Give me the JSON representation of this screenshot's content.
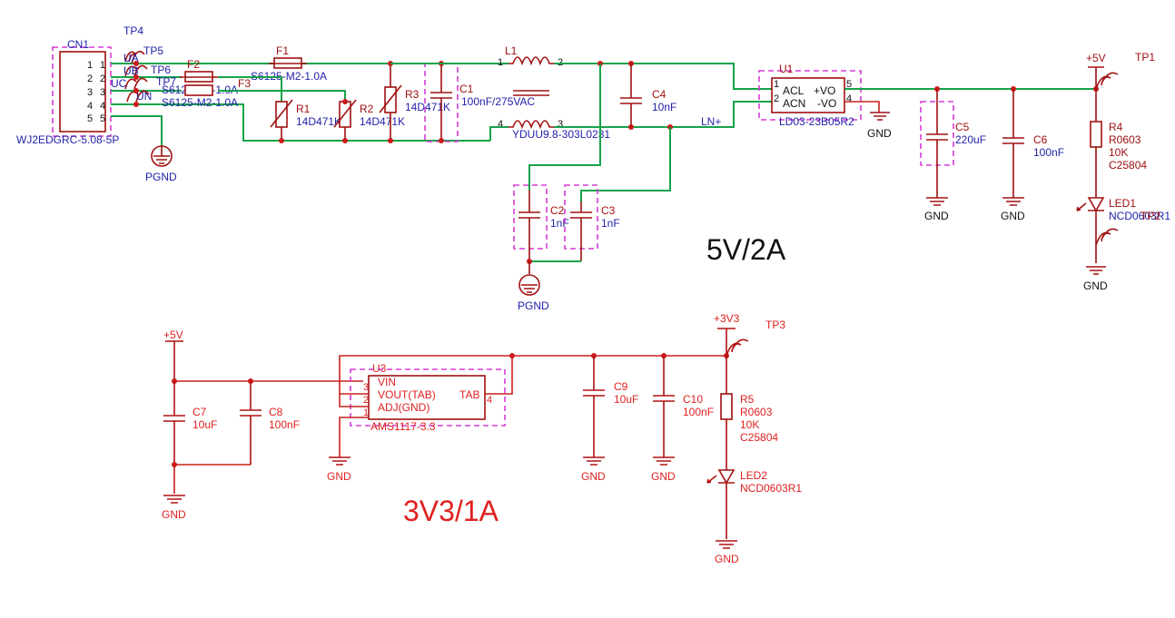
{
  "top": {
    "connector": {
      "ref": "CN1",
      "part": "WJ2EDGRC-5.08-5P",
      "pins": [
        "1",
        "2",
        "3",
        "4",
        "5"
      ]
    },
    "testpoints": [
      "TP4",
      "TP5",
      "TP6",
      "TP7"
    ],
    "net_labels": {
      "ua": "UA",
      "ub": "UB",
      "uc": "UC",
      "un": "UN"
    },
    "f1": {
      "ref": "F1",
      "value": "S6125-M2-1.0A"
    },
    "f2": {
      "ref": "F2",
      "value": "S6125-M2-1.0A"
    },
    "f3": {
      "ref": "F3",
      "value": "S6125-M2-1.0A"
    },
    "r1": {
      "ref": "R1",
      "value": "14D471K"
    },
    "r2": {
      "ref": "R2",
      "value": "14D471K"
    },
    "r3": {
      "ref": "R3",
      "value": "14D471K"
    },
    "c1": {
      "ref": "C1",
      "value": "100nF/275VAC"
    },
    "l1": {
      "ref": "L1",
      "part": "YDUU9.8-303L0231",
      "pins": [
        "1",
        "2",
        "4",
        "3"
      ]
    },
    "c2": {
      "ref": "C2",
      "value": "1nF"
    },
    "c3": {
      "ref": "C3",
      "value": "1nF"
    },
    "c4": {
      "ref": "C4",
      "value": "10nF"
    },
    "ln_plus": "LN+",
    "u1": {
      "ref": "U1",
      "part": "LD03-23B05R2",
      "pins": {
        "acl": "ACL",
        "acn": "ACN",
        "vo_pos": "+VO",
        "vo_neg": "-VO",
        "p1": "1",
        "p2": "2",
        "p5": "5",
        "p4": "4"
      }
    },
    "c5": {
      "ref": "C5",
      "value": "220uF"
    },
    "c6": {
      "ref": "C6",
      "value": "100nF"
    },
    "r4": {
      "ref": "R4",
      "value": "R0603",
      "value2": "10K",
      "lcsc": "C25804"
    },
    "led1": {
      "ref": "LED1",
      "part": "NCD0603R1"
    },
    "tp1": "TP1",
    "tp2": "TP2",
    "plus5v": "+5V",
    "gnd": "GND",
    "pgnd": "PGND",
    "title": "5V/2A"
  },
  "bottom": {
    "plus5v": "+5V",
    "c7": {
      "ref": "C7",
      "value": "10uF"
    },
    "c8": {
      "ref": "C8",
      "value": "100nF"
    },
    "u3": {
      "ref": "U3",
      "part": "AMS1117-3.3",
      "pins": {
        "vin": "VIN",
        "vout": "VOUT(TAB)",
        "adj": "ADJ(GND)",
        "tab": "TAB",
        "p3": "3",
        "p2": "2",
        "p1": "1",
        "p4": "4"
      }
    },
    "c9": {
      "ref": "C9",
      "value": "10uF"
    },
    "c10": {
      "ref": "C10",
      "value": "100nF"
    },
    "plus3v3": "+3V3",
    "tp3": "TP3",
    "r5": {
      "ref": "R5",
      "value": "R0603",
      "value2": "10K",
      "lcsc": "C25804"
    },
    "led2": {
      "ref": "LED2",
      "part": "NCD0603R1"
    },
    "gnd": "GND",
    "title": "3V3/1A"
  },
  "colors": {
    "wire_green": "#16a34a",
    "wire_red": "#c8201c",
    "symbol": "#a01010",
    "highlight": "#d63bd6",
    "text_blue": "#2222aa"
  }
}
